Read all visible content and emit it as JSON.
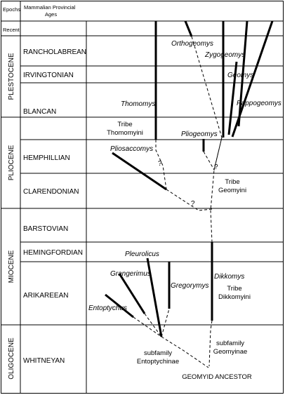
{
  "header": {
    "epochs": "Epochs",
    "ages_line1": "Mammalian Provincial",
    "ages_line2": "Ages"
  },
  "epochs": {
    "recent": "Recent",
    "pleistocene": "PLESTOCENE",
    "pliocene": "PLIOCENE",
    "miocene": "MIOCENE",
    "oligocene": "OLIGOCENE"
  },
  "ages": {
    "rancholabrean": "RANCHOLABREAN",
    "irvingtonian": "IRVINGTONIAN",
    "blancan": "BLANCAN",
    "hemphillian": "HEMPHILLIAN",
    "clarendonian": "CLARENDONIAN",
    "barstovian": "BARSTOVIAN",
    "hemingfordian": "HEMINGFORDIAN",
    "arikareean": "ARIKAREEAN",
    "whitneyan": "WHITNEYAN"
  },
  "taxa": {
    "orthogeomys": "Orthogeomys",
    "zygogeomys": "Zygogeomys",
    "geomys": "Geomys",
    "pappogeomys": "Pappogeomys",
    "thomomys": "Thomomys",
    "pliogeomys": "Pliogeomys",
    "pliosaccomys": "Pliosaccomys",
    "pleurolicus": "Pleurolicus",
    "grangerimus": "Grangerimus",
    "gregorymys": "Gregorymys",
    "dikkomys": "Dikkomys",
    "entoptychus": "Entoptychus"
  },
  "groups": {
    "tribe": "Tribe",
    "thomomyini": "Thomomyini",
    "geomyini": "Geomyini",
    "dikkomyini": "Dikkomyini",
    "subfamily": "subfamily",
    "geomyinae": "Geomyinae",
    "entoptychinae": "Entoptychinae",
    "ancestor": "GEOMYID ANCESTOR"
  },
  "marks": {
    "question": "?"
  }
}
